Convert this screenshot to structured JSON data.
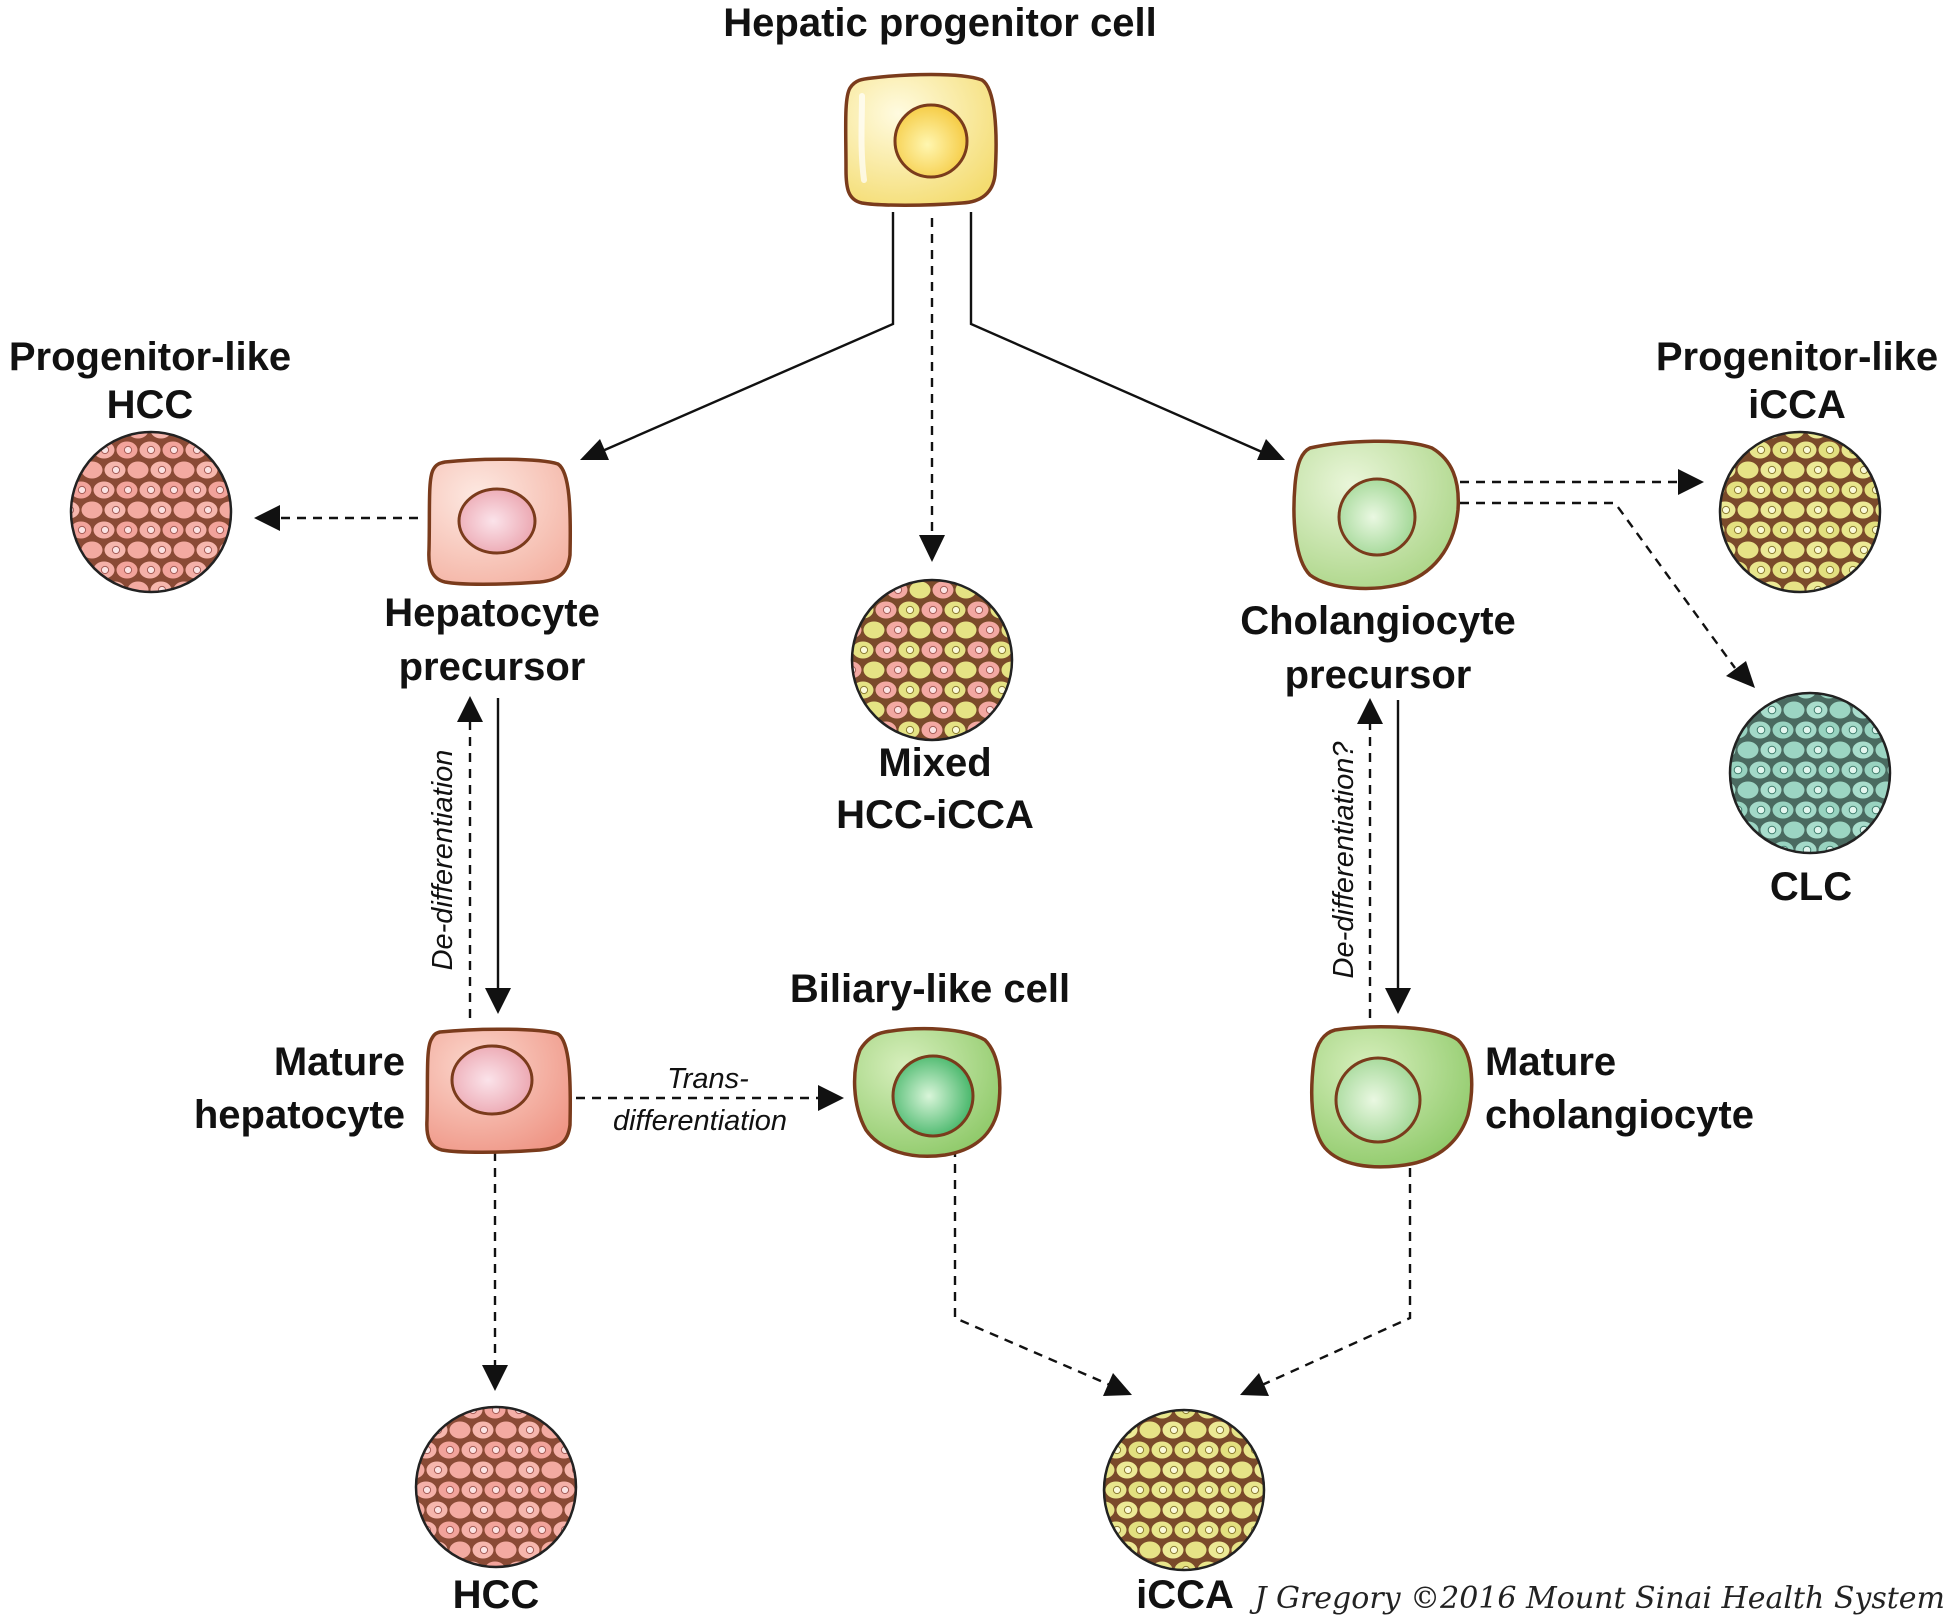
{
  "labels": {
    "progenitor": "Hepatic progenitor cell",
    "prog_hcc_l1": "Progenitor-like",
    "prog_hcc_l2": "HCC",
    "prog_icca_l1": "Progenitor-like",
    "prog_icca_l2": "iCCA",
    "hep_prec_l1": "Hepatocyte",
    "hep_prec_l2": "precursor",
    "chol_prec_l1": "Cholangiocyte",
    "chol_prec_l2": "precursor",
    "mixed_l1": "Mixed",
    "mixed_l2": "HCC-iCCA",
    "clc": "CLC",
    "mature_hep_l1": "Mature",
    "mature_hep_l2": "hepatocyte",
    "biliary": "Biliary-like cell",
    "mature_chol_l1": "Mature",
    "mature_chol_l2": "cholangiocyte",
    "hcc": "HCC",
    "icca": "iCCA"
  },
  "annotations": {
    "dediff_left": "De-differentiation",
    "dediff_right": "De-differentiation?",
    "trans_l1": "Trans-",
    "trans_l2": "differentiation"
  },
  "credit": "J Gregory ©2016 Mount Sinai Health System",
  "colors": {
    "progenitor_fill": "#f8e488",
    "progenitor_nucleus": "#f5c531",
    "hepatocyte_fill": "#f6c2b6",
    "hepatocyte_nucleus": "#eba3a8",
    "cholangiocyte_fill": "#bfe0a0",
    "cholangiocyte_nucleus": "#a6d89a",
    "biliary_fill": "#9fd67a",
    "biliary_nucleus": "#2bb45a",
    "tumor_pink": "#f3a8a2",
    "tumor_yellow": "#e7e58a",
    "tumor_teal": "#9fd6c4",
    "outline": "#7a3b1c"
  }
}
